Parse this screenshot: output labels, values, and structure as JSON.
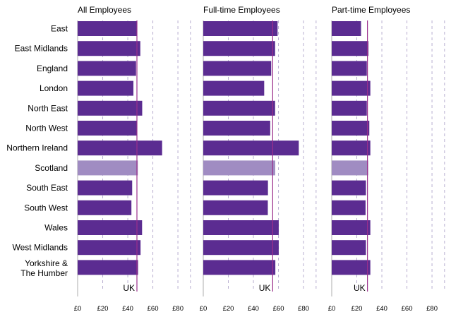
{
  "chart_data": {
    "type": "bar",
    "orientation": "horizontal",
    "categories": [
      "East",
      "East Midlands",
      "England",
      "London",
      "North East",
      "North West",
      "Northern Ireland",
      "Scotland",
      "South East",
      "South West",
      "Wales",
      "West Midlands",
      "Yorkshire & The Humber"
    ],
    "category_lines": [
      [
        "East"
      ],
      [
        "East Midlands"
      ],
      [
        "England"
      ],
      [
        "London"
      ],
      [
        "North East"
      ],
      [
        "North West"
      ],
      [
        "Northern Ireland"
      ],
      [
        "Scotland"
      ],
      [
        "South East"
      ],
      [
        "South West"
      ],
      [
        "Wales"
      ],
      [
        "West Midlands"
      ],
      [
        "Yorkshire &",
        "The Humber"
      ]
    ],
    "highlight_category": "Scotland",
    "reference_label": "UK",
    "tick_labels": [
      "£0",
      "£20",
      "£40",
      "£60",
      "£80"
    ],
    "ticks": [
      0,
      20,
      40,
      60,
      80
    ],
    "xlim": [
      0,
      90
    ],
    "grid": "dashed-vertical",
    "colors": {
      "bar": "#5b2c91",
      "highlight": "#a08cc2",
      "reference_line": "#9b2f8c",
      "grid": "#b8aed0",
      "axis": "#c8c8c8"
    },
    "panels": [
      {
        "title": "All Employees",
        "values": [
          47.4,
          50.0,
          46.6,
          44.5,
          51.5,
          47.2,
          67.4,
          48.0,
          43.5,
          42.9,
          51.4,
          50.2,
          48.2
        ],
        "uk": 47.3
      },
      {
        "title": "Full-time Employees",
        "values": [
          59.3,
          57.3,
          54.2,
          48.6,
          57.3,
          53.4,
          76.2,
          57.4,
          51.6,
          51.5,
          60.2,
          60.2,
          57.5
        ],
        "uk": 55.4
      },
      {
        "title": "Part-time Employees",
        "values": [
          23.4,
          29.3,
          28.0,
          30.8,
          28.0,
          30.0,
          30.8,
          29.1,
          27.3,
          27.0,
          30.8,
          27.3,
          30.8
        ],
        "uk": 28.5
      }
    ]
  }
}
